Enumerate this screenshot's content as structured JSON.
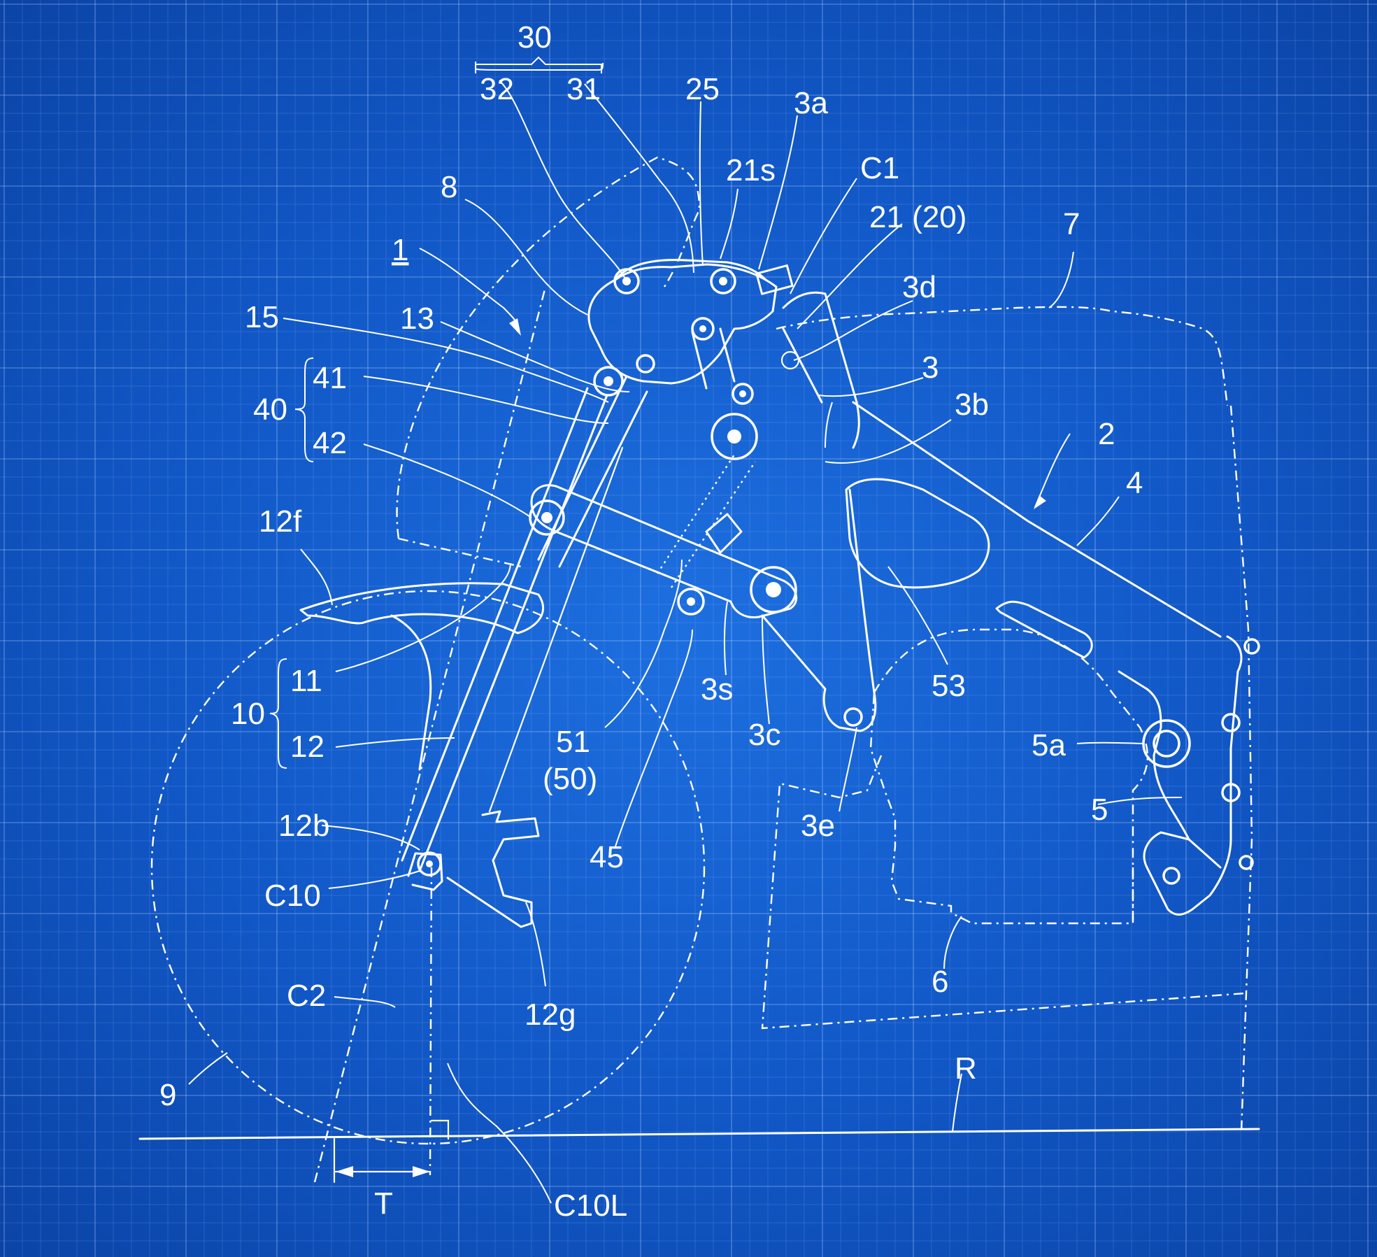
{
  "labels": {
    "l30": "30",
    "l32": "32",
    "l31": "31",
    "l25": "25",
    "l3a": "3a",
    "l21s": "21s",
    "lC1": "C1",
    "l21_20": "21 (20)",
    "l8": "8",
    "l1": "1",
    "l7": "7",
    "l3d": "3d",
    "l15": "15",
    "l13": "13",
    "l41": "41",
    "l40": "40",
    "l3": "3",
    "l3b": "3b",
    "l42": "42",
    "l2": "2",
    "l4": "4",
    "l12f": "12f",
    "l11": "11",
    "l10": "10",
    "l12": "12",
    "l53": "53",
    "l3s": "3s",
    "l3c": "3c",
    "l51": "51",
    "l50": "(50)",
    "l5a": "5a",
    "l5": "5",
    "l3e": "3e",
    "l45": "45",
    "l12b": "12b",
    "lC10": "C10",
    "l6": "6",
    "lC2": "C2",
    "l12g": "12g",
    "lR": "R",
    "l9": "9",
    "lT": "T",
    "lC10L": "C10L"
  },
  "colors": {
    "background": "#1157c6",
    "line": "#ffffff",
    "grid": "#9fc4ff"
  }
}
